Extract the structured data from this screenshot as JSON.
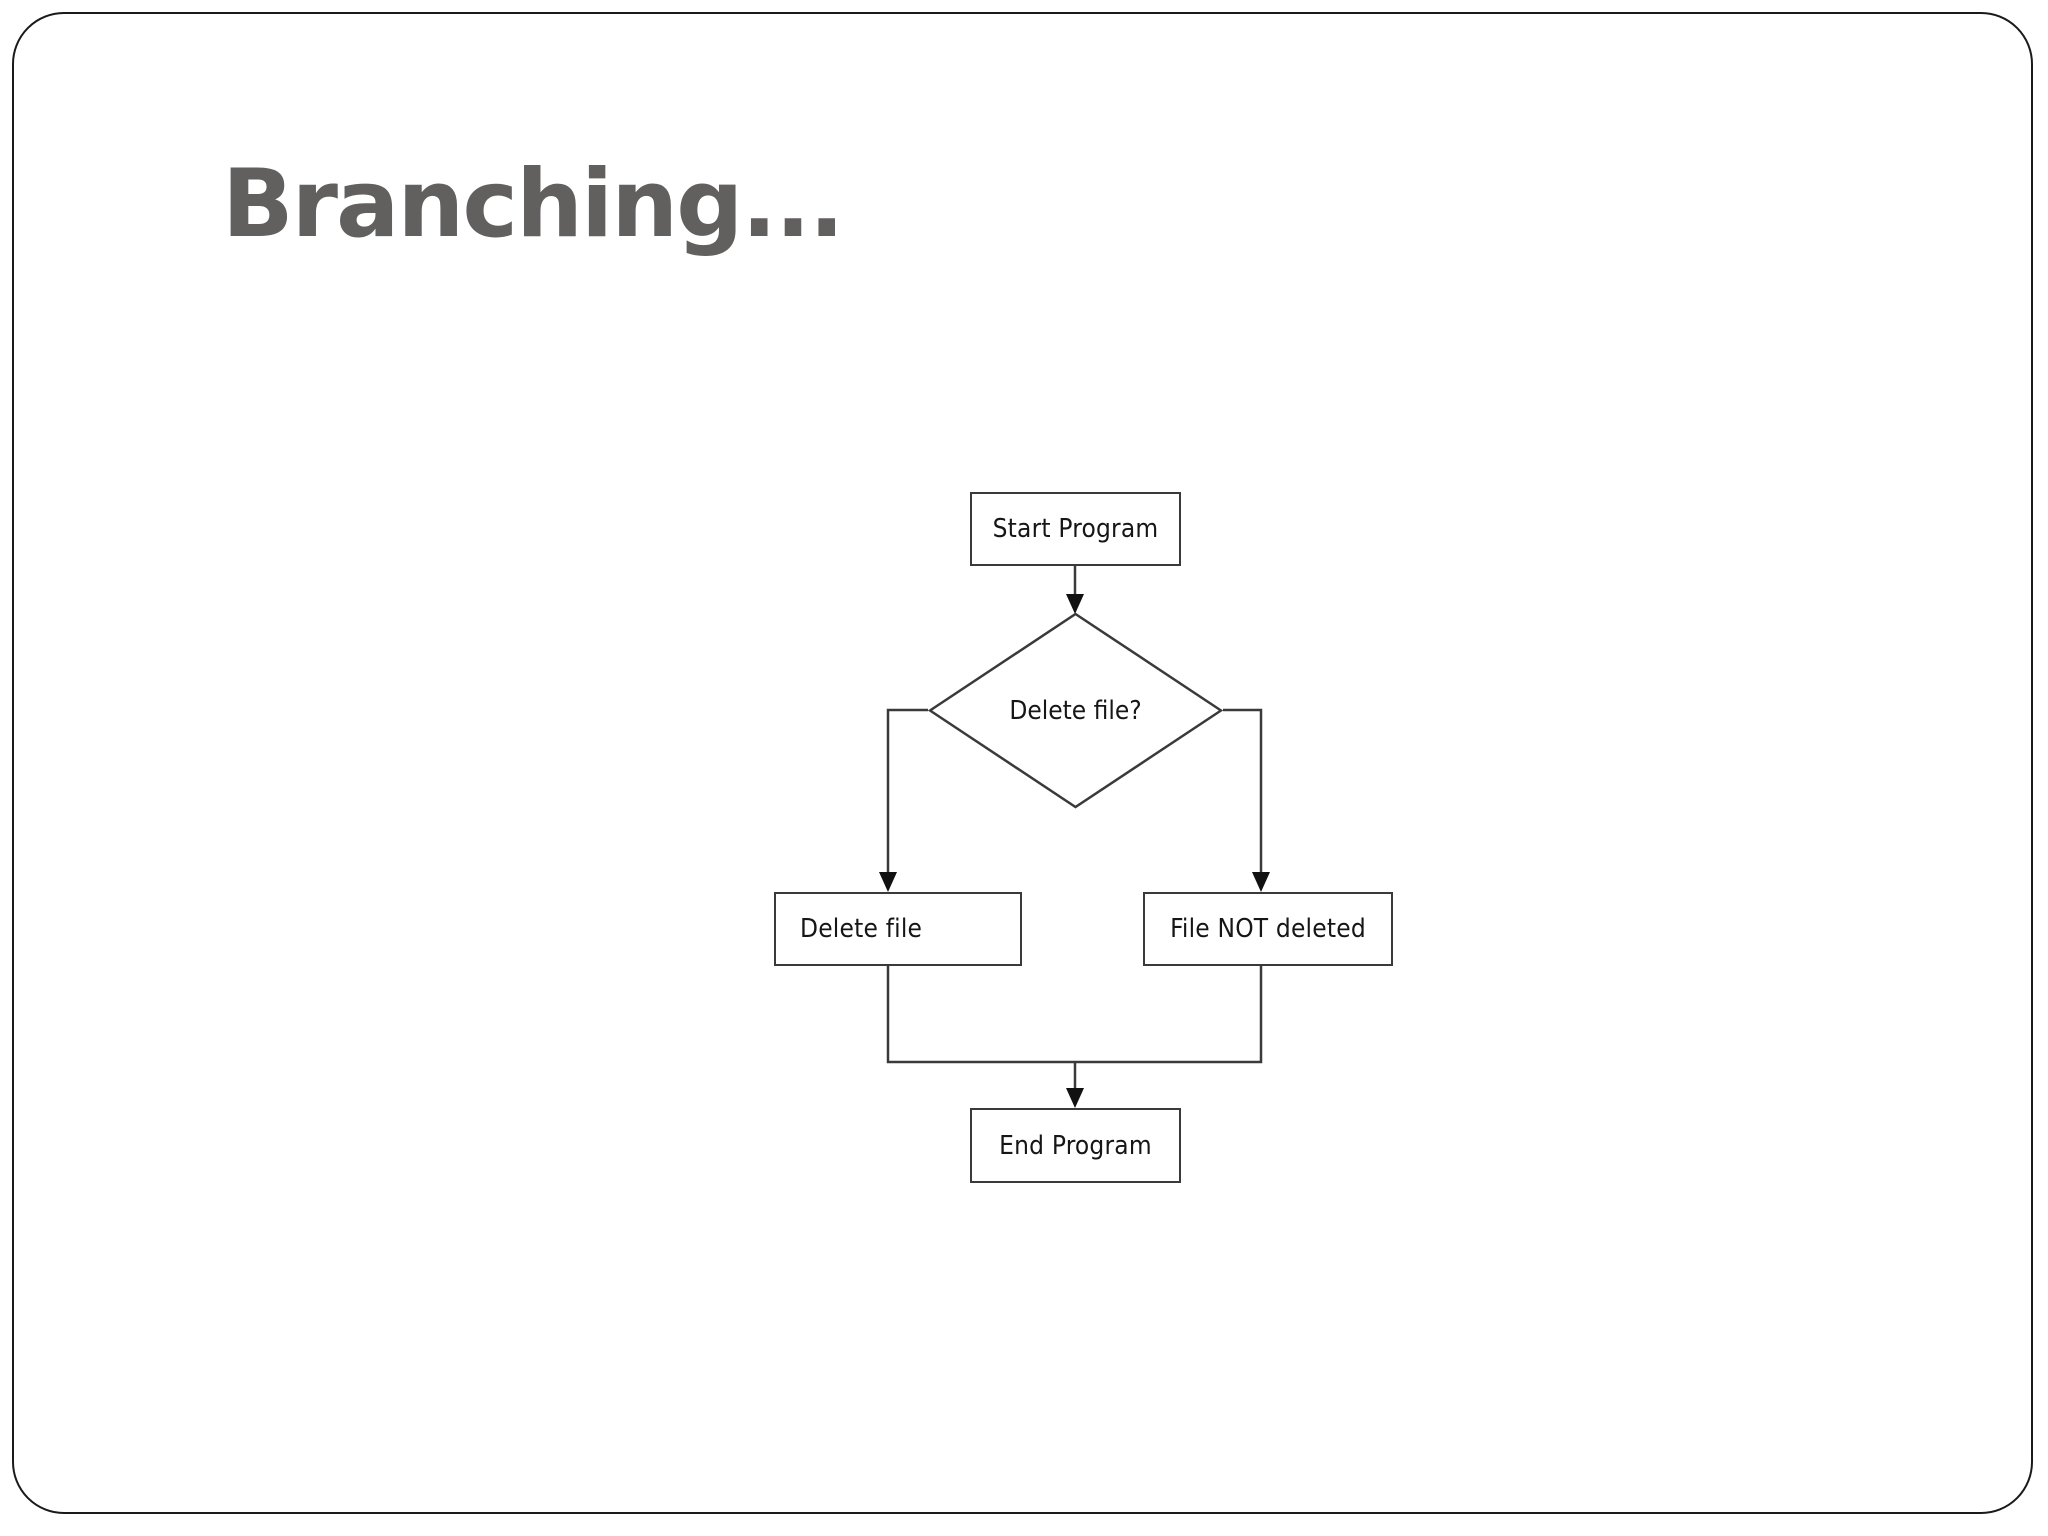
{
  "slide": {
    "title": "Branching...",
    "title_color": "#625F5F",
    "background_color": "#FFFFFF",
    "frame_border_color": "#1A1A1A"
  },
  "diagram": {
    "type": "flowchart",
    "stroke_color": "#3A3A3A",
    "text_color": "#161616",
    "nodes": [
      {
        "id": "start",
        "shape": "rectangle",
        "label": "Start Program"
      },
      {
        "id": "decision",
        "shape": "diamond",
        "label": "Delete file?"
      },
      {
        "id": "delete-file",
        "shape": "rectangle",
        "label": "Delete file"
      },
      {
        "id": "file-not-deleted",
        "shape": "rectangle",
        "label": "File NOT deleted"
      },
      {
        "id": "end",
        "shape": "rectangle",
        "label": "End Program"
      }
    ],
    "edges": [
      {
        "from": "start",
        "to": "decision",
        "label": ""
      },
      {
        "from": "decision",
        "to": "delete-file",
        "label": ""
      },
      {
        "from": "decision",
        "to": "file-not-deleted",
        "label": ""
      },
      {
        "from": "delete-file",
        "to": "end",
        "label": ""
      },
      {
        "from": "file-not-deleted",
        "to": "end",
        "label": ""
      }
    ]
  }
}
